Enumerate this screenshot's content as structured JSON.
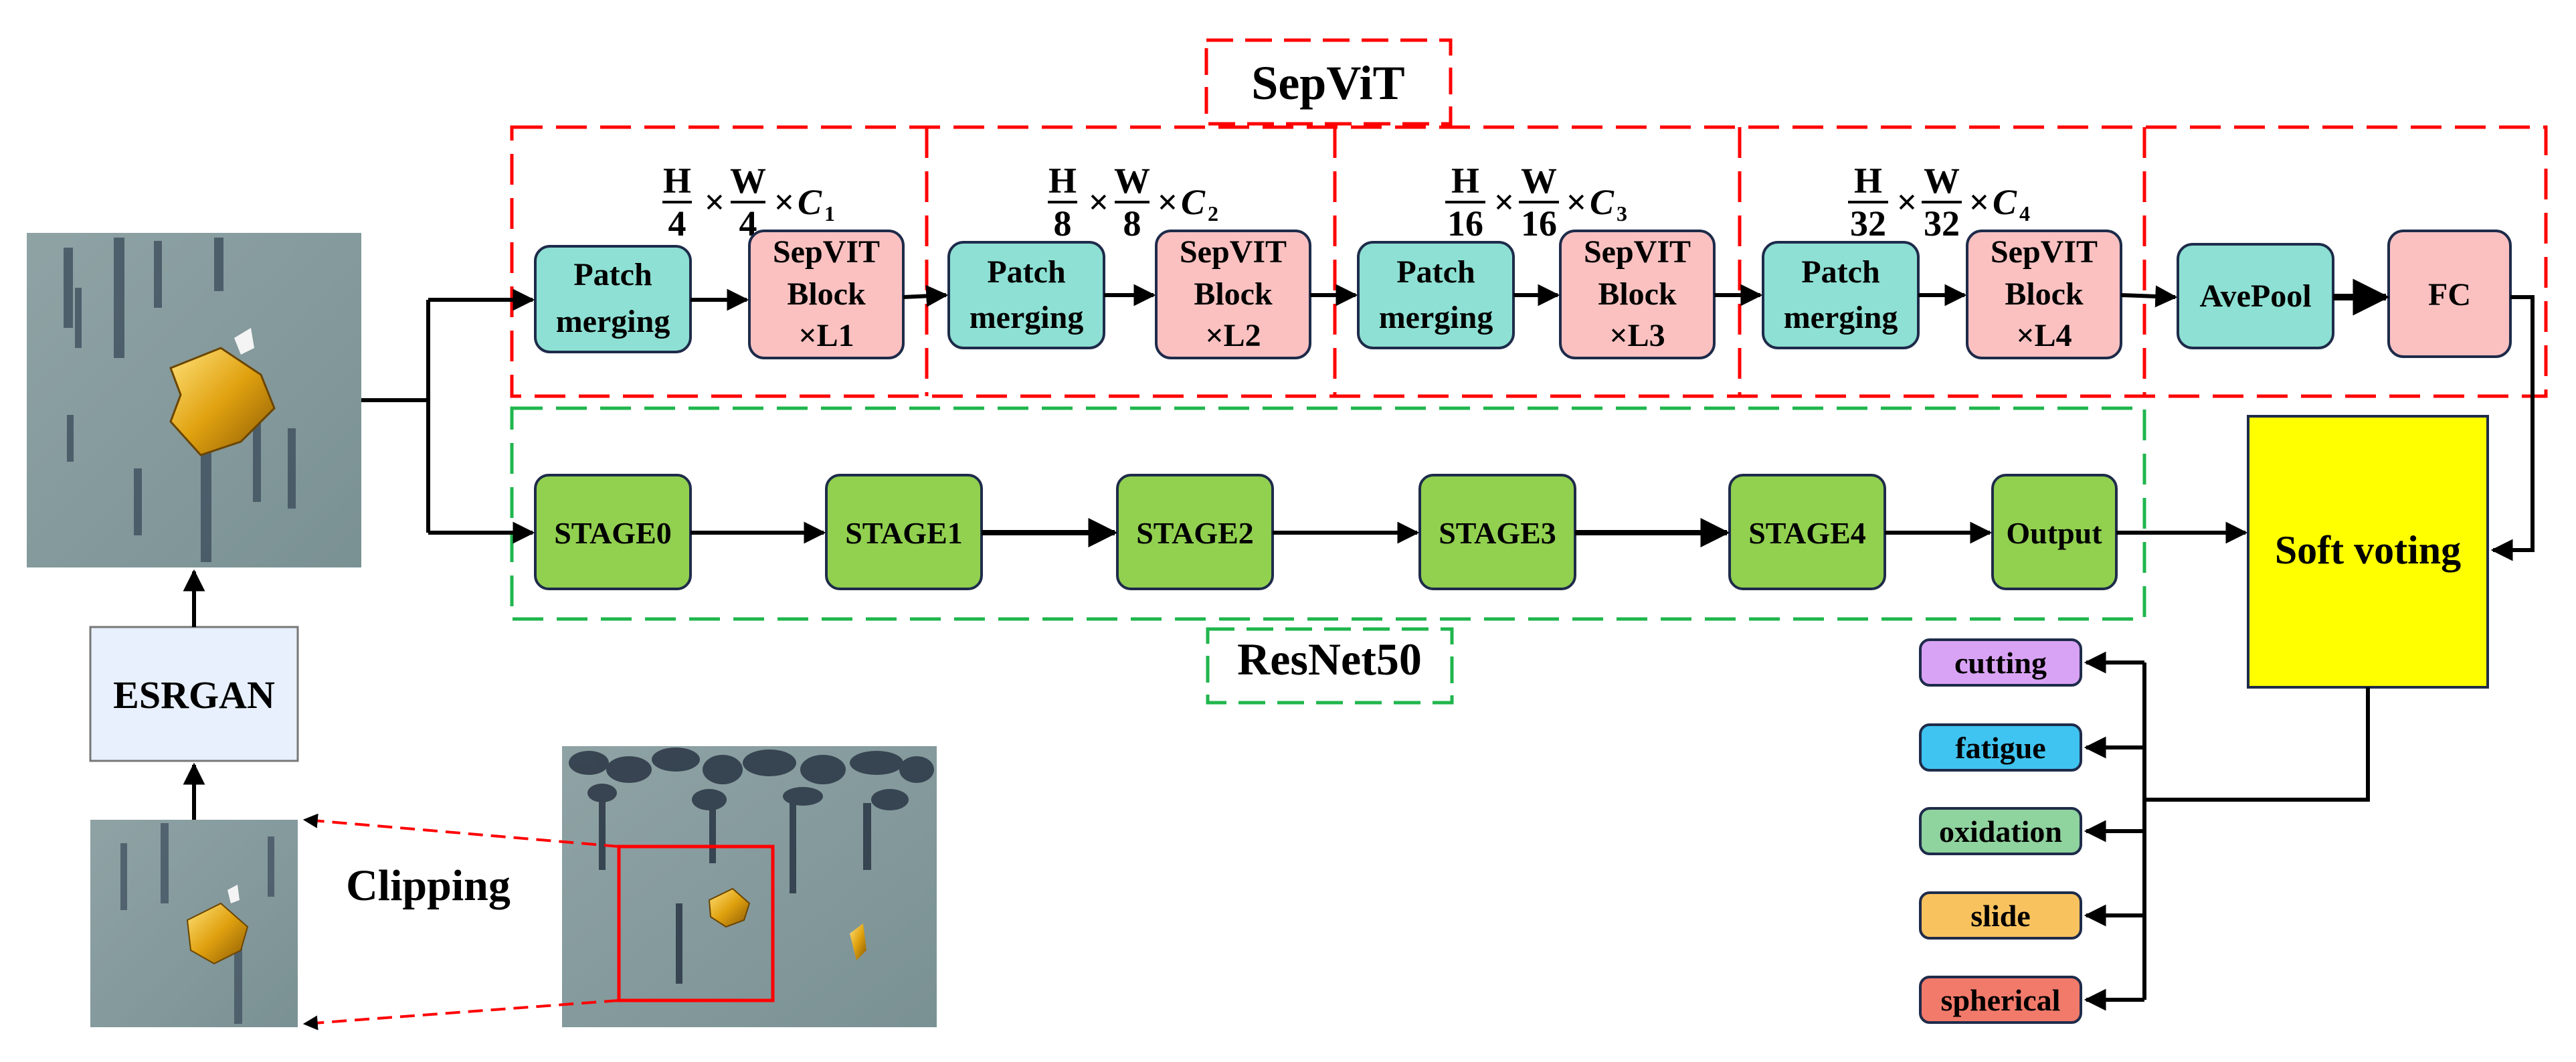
{
  "sepvit": {
    "title": "SepViT",
    "stages": [
      {
        "dims": {
          "h_den": "4",
          "w_den": "4",
          "c": "C",
          "c_sub": "1"
        },
        "merge_lines": [
          "Patch",
          "merging"
        ],
        "block_lines": [
          "SepVIT",
          "Block",
          "×L1"
        ]
      },
      {
        "dims": {
          "h_den": "8",
          "w_den": "8",
          "c": "C",
          "c_sub": "2"
        },
        "merge_lines": [
          "Patch",
          "merging"
        ],
        "block_lines": [
          "SepVIT",
          "Block",
          "×L2"
        ]
      },
      {
        "dims": {
          "h_den": "16",
          "w_den": "16",
          "c": "C",
          "c_sub": "3"
        },
        "merge_lines": [
          "Patch",
          "merging"
        ],
        "block_lines": [
          "SepVIT",
          "Block",
          "×L3"
        ]
      },
      {
        "dims": {
          "h_den": "32",
          "w_den": "32",
          "c": "C",
          "c_sub": "4"
        },
        "merge_lines": [
          "Patch",
          "merging"
        ],
        "block_lines": [
          "SepVIT",
          "Block",
          "×L4"
        ]
      }
    ],
    "dim_symbols": {
      "h": "H",
      "w": "W",
      "times": "×"
    },
    "head": {
      "pool": "AvePool",
      "fc": "FC"
    }
  },
  "resnet": {
    "title": "ResNet50",
    "stages": [
      "STAGE0",
      "STAGE1",
      "STAGE2",
      "STAGE3",
      "STAGE4",
      "Output"
    ]
  },
  "esrgan": "ESRGAN",
  "clipping": "Clipping",
  "soft_voting": "Soft voting",
  "classes": [
    {
      "label": "cutting",
      "color": "#d9a3f5"
    },
    {
      "label": "fatigue",
      "color": "#3fc3f0"
    },
    {
      "label": "oxidation",
      "color": "#8fd39e"
    },
    {
      "label": "slide",
      "color": "#f8c25e"
    },
    {
      "label": "spherical",
      "color": "#f27a6a"
    }
  ],
  "colors": {
    "teal": "#8de0d3",
    "pink": "#fbc1c1",
    "green": "#92d050",
    "yellow": "#ffff00",
    "red_dash": "#ff0000",
    "green_dash": "#1fb64c",
    "esrgan_fill": "#e7f0fc"
  }
}
